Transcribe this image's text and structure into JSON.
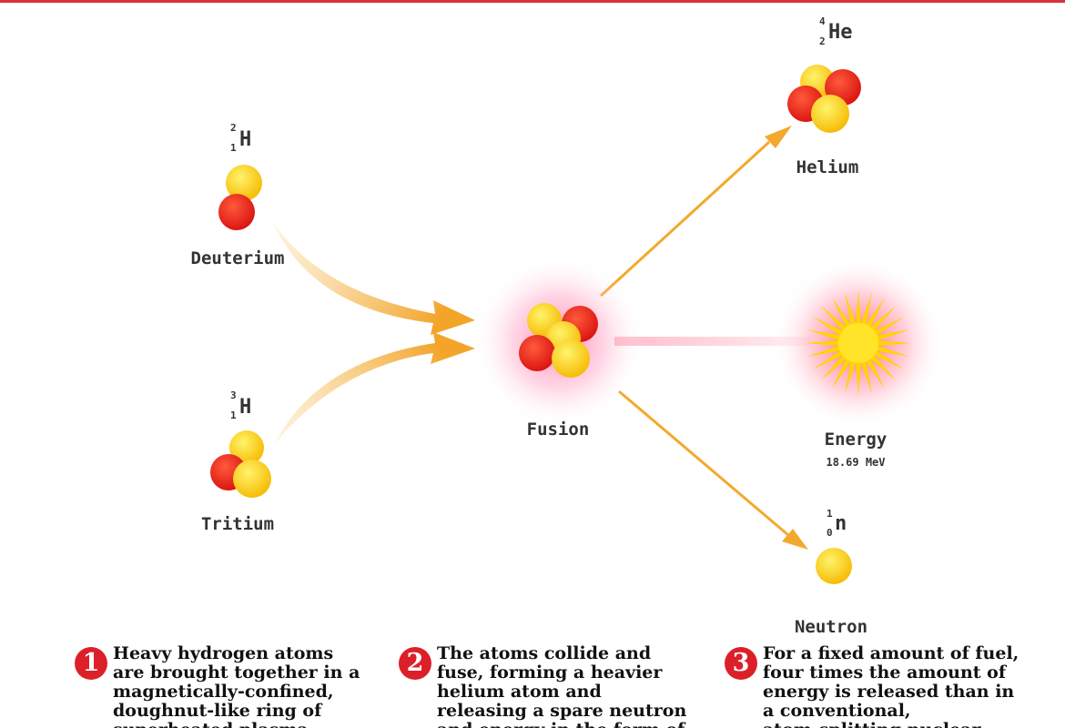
{
  "particles": {
    "deuterium": {
      "mass": "2",
      "atomic": "1",
      "symbol": "H",
      "name": "Deuterium"
    },
    "tritium": {
      "mass": "3",
      "atomic": "1",
      "symbol": "H",
      "name": "Tritium"
    },
    "fusion": {
      "name": "Fusion"
    },
    "helium": {
      "mass": "4",
      "atomic": "2",
      "symbol": "He",
      "name": "Helium"
    },
    "energy": {
      "name": "Energy",
      "value": "18.69 MeV"
    },
    "neutron": {
      "mass": "1",
      "atomic": "0",
      "symbol": "n",
      "name": "Neutron"
    }
  },
  "steps": [
    {
      "number": "1",
      "lines": [
        "Heavy hydrogen atoms",
        "are brought together in a",
        "magnetically-confined,",
        "doughnut-like ring of",
        "superheated plasma"
      ]
    },
    {
      "number": "2",
      "lines": [
        "The atoms collide and",
        "fuse, forming a heavier",
        "helium atom and",
        "releasing a spare neutron",
        "and energy in the form of"
      ]
    },
    {
      "number": "3",
      "lines": [
        "For a fixed amount of fuel,",
        "four times the amount of",
        "energy is released than in",
        "a conventional,",
        "atom-splitting nuclear"
      ]
    }
  ],
  "colors": {
    "proton": "#e8201c",
    "neutron": "#ffd21a",
    "arrow": "#f3a92d",
    "badge": "#dc2029",
    "accent_line": "#d8323a"
  }
}
